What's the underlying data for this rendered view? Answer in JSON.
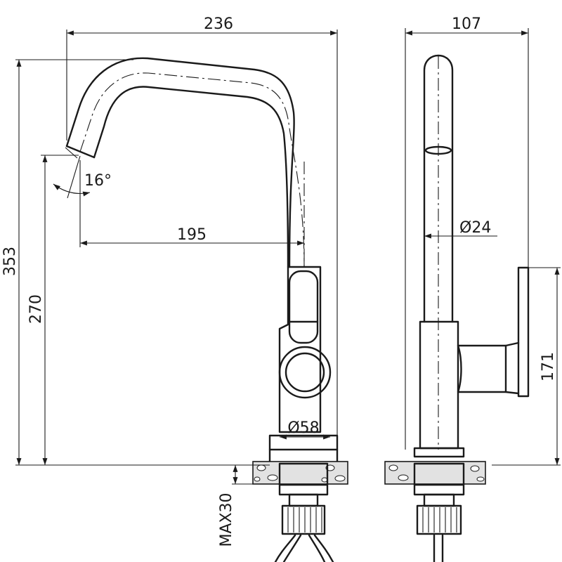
{
  "front_view": {
    "overall_width": "236",
    "total_height": "353",
    "spout_height": "270",
    "spout_reach": "195",
    "angle": "16°",
    "base_diameter": "Ø58",
    "max_thickness": "MAX30"
  },
  "side_view": {
    "overall_depth": "107",
    "spout_diameter": "Ø24",
    "handle_height": "171"
  }
}
